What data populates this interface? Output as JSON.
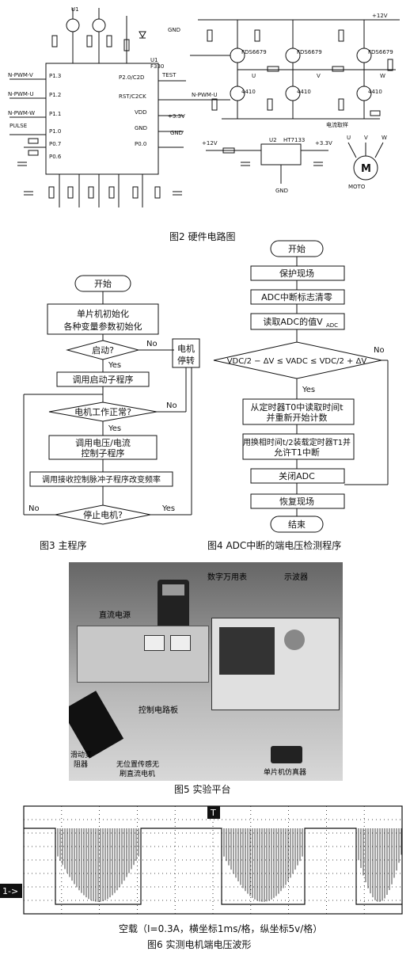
{
  "fig2": {
    "caption": "图2  硬件电路图",
    "mcu_name": "U1",
    "mcu_part": "F330",
    "pins_left": [
      "P1.3",
      "P1.2",
      "P1.1",
      "P1.0",
      "P0.7",
      "P0.6"
    ],
    "pins_right": [
      "P2.0/C2D",
      "RST/C2CK",
      "VDD",
      "GND",
      "P0.0"
    ],
    "signals": [
      "N-PWM-V",
      "N-PWM-U",
      "N-PWM-W",
      "PULSE"
    ],
    "supply": [
      "+12V",
      "+3.3V",
      "GND"
    ],
    "regulator": "HT7133",
    "regulator_ref": "U2",
    "motor": "M",
    "motor_label": "MOTO",
    "phases": [
      "U",
      "V",
      "W"
    ],
    "mosfet_part": "FDS6679",
    "driver_part": "4410",
    "current_sense": "电流取样",
    "test_label": "TEST"
  },
  "fig3": {
    "caption": "图3  主程序",
    "start": "开始",
    "init1": "单片机初始化",
    "init2": "各种变量参数初始化",
    "q_start": "启动?",
    "call_start": "调用启动子程序",
    "q_normal": "电机工作正常?",
    "call_vc1": "调用电压/电流",
    "call_vc2": "控制子程序",
    "call_pulse": "调用接收控制脉冲子程序改变频率",
    "q_stop": "停止电机?",
    "stop1": "电机",
    "stop2": "停转",
    "yes": "Yes",
    "no": "No"
  },
  "fig4": {
    "caption": "图4  ADC中断的端电压检测程序",
    "start": "开始",
    "s1": "保护现场",
    "s2": "ADC中断标志清零",
    "s3": "读取ADC的值V",
    "s3_sub": "ADC",
    "cond": "VDC/2 − ΔV ≤ VADC ≤ VDC/2 + ΔV",
    "s4a": "从定时器T0中读取时间t",
    "s4b": "并重新开始计数",
    "s5a": "用换相时间t/2装载定时器T1并",
    "s5b": "允许T1中断",
    "s6": "关闭ADC",
    "s7": "恢复现场",
    "end": "结束",
    "yes": "Yes",
    "no": "No"
  },
  "fig5": {
    "caption": "图5  实验平台",
    "labels": {
      "multimeter": "数字万用表",
      "oscilloscope": "示波器",
      "dc_supply": "直流电源",
      "control_board": "控制电路板",
      "rheostat1": "滑动变",
      "rheostat2": "阻器",
      "motor1": "无位置传感无",
      "motor2": "刷直流电机",
      "emulator": "单片机仿真器"
    }
  },
  "fig6": {
    "caption": "图6  实测电机端电压波形",
    "condition": "空载（I=0.3A，横坐标1ms/格，纵坐标5v/格）",
    "channel_marker": "1->",
    "trigger_marker": "T"
  }
}
